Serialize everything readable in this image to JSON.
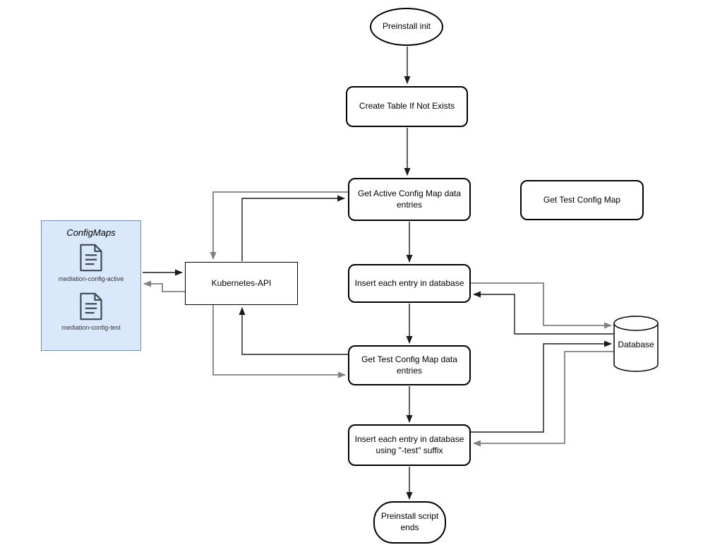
{
  "diagram": {
    "nodes": {
      "preinstall_init": {
        "label": "Preinstall init"
      },
      "create_table": {
        "label": "Create Table If Not Exists"
      },
      "get_active_config_map_data": {
        "label": "Get Active Config Map data entries"
      },
      "get_test_config_map": {
        "label": "Get Test Config Map"
      },
      "kubernetes_api": {
        "label": "Kubernetes-API"
      },
      "insert_each_entry": {
        "label": "Insert each entry in database"
      },
      "get_test_config_map_data": {
        "label": "Get Test Config Map data entries"
      },
      "insert_each_entry_test": {
        "label": "Insert each entry in database using \"-test\" suffix"
      },
      "database": {
        "label": "Database"
      },
      "preinstall_script_ends": {
        "label": "Preinstall script ends"
      }
    },
    "configmaps_group": {
      "title": "ConfigMaps",
      "items": [
        {
          "icon": "document-icon",
          "label": "mediation-config-active"
        },
        {
          "icon": "document-icon",
          "label": "mediation-config-test"
        }
      ]
    },
    "colors": {
      "group_fill": "#dae8fc",
      "group_border": "#6c8ebf",
      "node_border": "#000000",
      "edge_primary": "#1a1a1a",
      "edge_secondary": "#808080",
      "document_icon_stroke": "#3e4a56"
    }
  }
}
